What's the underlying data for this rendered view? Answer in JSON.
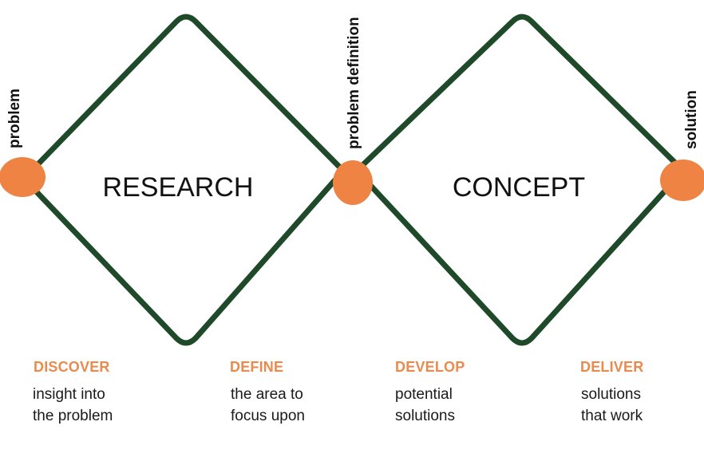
{
  "diagram": {
    "diamonds": [
      {
        "label": "RESEARCH"
      },
      {
        "label": "CONCEPT"
      }
    ],
    "points": [
      {
        "label": "problem"
      },
      {
        "label": "problem definition"
      },
      {
        "label": "solution"
      }
    ],
    "colors": {
      "stroke": "#1f4a2a",
      "node": "#ee8343",
      "phase_title": "#e98a4f"
    }
  },
  "phases": [
    {
      "title": "DISCOVER",
      "line1": "insight into",
      "line2": "the problem"
    },
    {
      "title": "DEFINE",
      "line1": "the area to",
      "line2": "focus upon"
    },
    {
      "title": "DEVELOP",
      "line1": "potential",
      "line2": "solutions"
    },
    {
      "title": "DELIVER",
      "line1": "solutions",
      "line2": "that work"
    }
  ]
}
